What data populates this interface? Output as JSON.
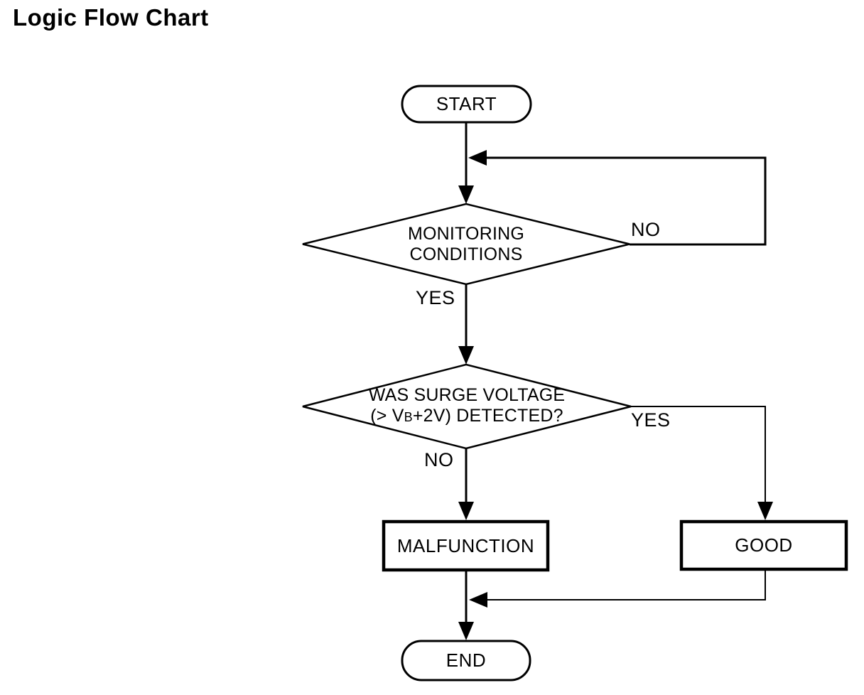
{
  "page": {
    "title": "Logic Flow Chart"
  },
  "flowchart": {
    "colors": {
      "line": "#000000",
      "text": "#000000",
      "background": "#ffffff"
    },
    "nodes": {
      "start": {
        "type": "terminator",
        "label": "START"
      },
      "monitoring": {
        "type": "decision",
        "line1": "MONITORING",
        "line2": "CONDITIONS"
      },
      "surge": {
        "type": "decision",
        "line1": "WAS SURGE VOLTAGE",
        "line2_prefix": "(> V",
        "line2_sub": "B",
        "line2_suffix": "+2V) DETECTED?"
      },
      "malfunction": {
        "type": "process",
        "label": "MALFUNCTION"
      },
      "good": {
        "type": "process",
        "label": "GOOD"
      },
      "end": {
        "type": "terminator",
        "label": "END"
      }
    },
    "edge_labels": {
      "monitoring_no": "NO",
      "monitoring_yes": "YES",
      "surge_yes": "YES",
      "surge_no": "NO"
    },
    "edges": [
      {
        "from": "start",
        "to": "monitoring",
        "label": ""
      },
      {
        "from": "monitoring",
        "to": "monitoring",
        "label": "NO"
      },
      {
        "from": "monitoring",
        "to": "surge",
        "label": "YES"
      },
      {
        "from": "surge",
        "to": "good",
        "label": "YES"
      },
      {
        "from": "surge",
        "to": "malfunction",
        "label": "NO"
      },
      {
        "from": "malfunction",
        "to": "end",
        "label": ""
      },
      {
        "from": "good",
        "to": "end",
        "label": ""
      }
    ]
  }
}
